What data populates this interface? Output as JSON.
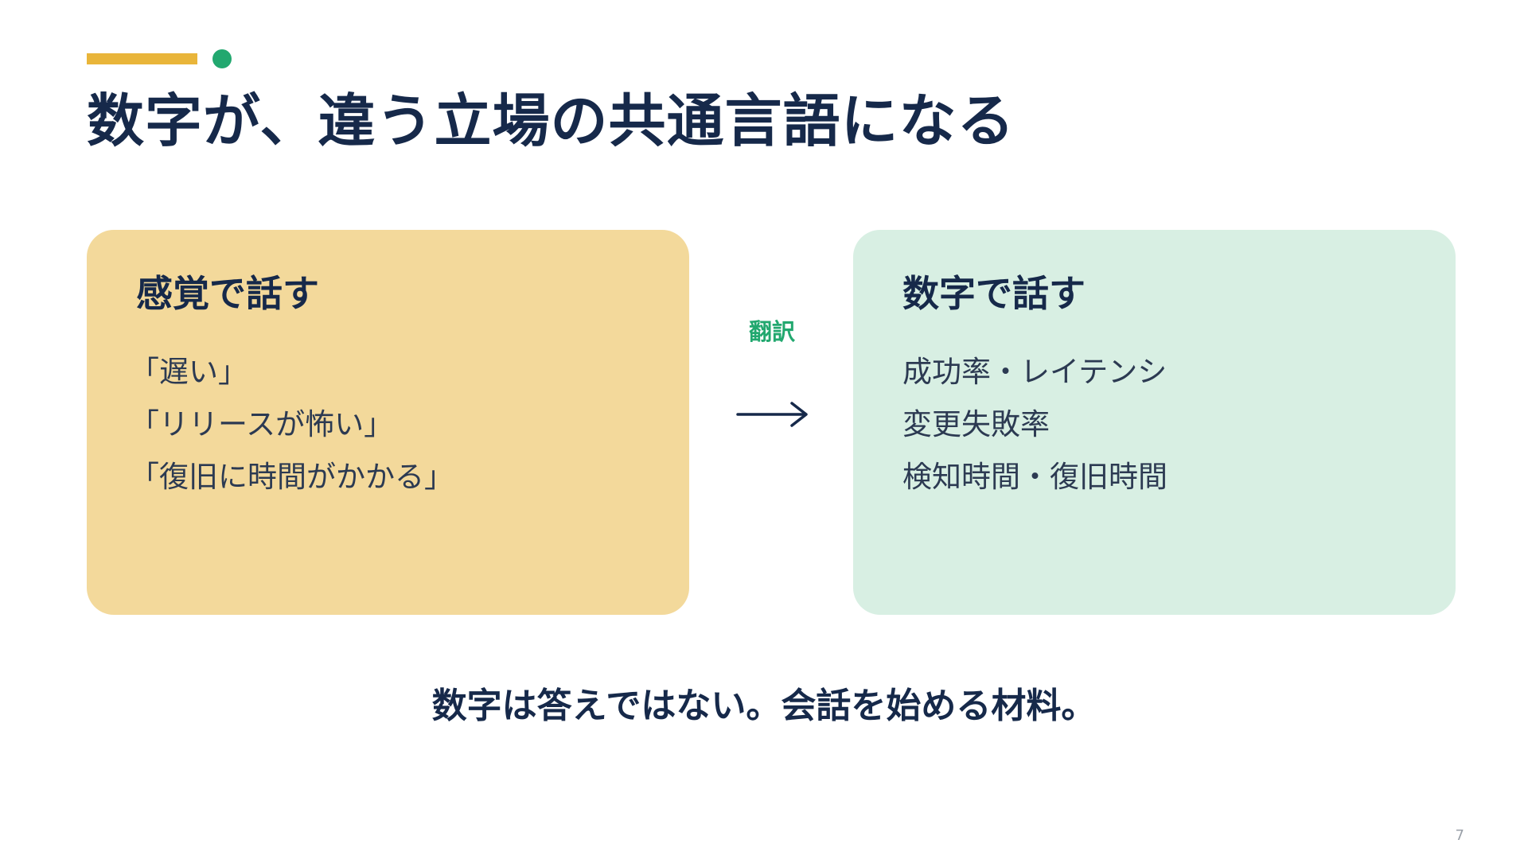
{
  "slide": {
    "title": "数字が、違う立場の共通言語になる",
    "left_card": {
      "heading": "感覚で話す",
      "items": [
        "「遅い」",
        "「リリースが怖い」",
        "「復旧に時間がかかる」"
      ]
    },
    "transition": {
      "label": "翻訳",
      "arrow_icon": "right-arrow-icon"
    },
    "right_card": {
      "heading": "数字で話す",
      "items": [
        "成功率・レイテンシ",
        "変更失敗率",
        "検知時間・復旧時間"
      ]
    },
    "tagline": "数字は答えではない。会話を始める材料。",
    "page_number": "7"
  },
  "colors": {
    "title_text": "#16294a",
    "accent_yellow": "#e9b53a",
    "accent_green": "#22a86f",
    "left_card_bg": "#f3d99b",
    "right_card_bg": "#d8efe3",
    "page_number": "#9aa0a8"
  }
}
